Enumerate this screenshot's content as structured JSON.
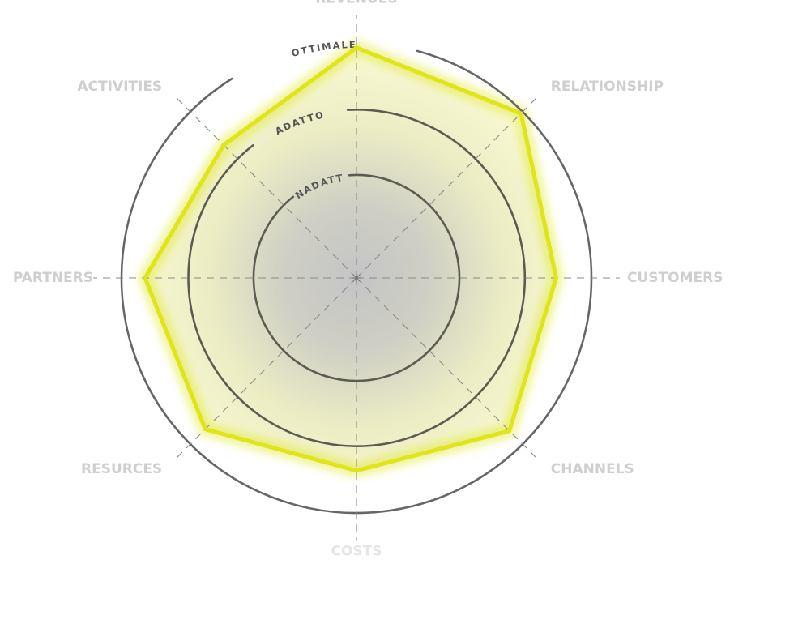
{
  "chart_data": {
    "type": "radar",
    "title": "",
    "axes": [
      "REVENUES",
      "RELATIONSHIP",
      "CUSTOMERS",
      "CHANNELS",
      "COSTS",
      "RESURCES",
      "PARTNERS",
      "ACTIVITIES"
    ],
    "levels": [
      "INADATTO",
      "ADATTO",
      "OTTIMALE"
    ],
    "series": [
      {
        "values": [
          0.98,
          0.99,
          0.85,
          0.92,
          0.82,
          0.91,
          0.9,
          0.8
        ]
      }
    ],
    "range": [
      0,
      1
    ],
    "grid": true,
    "colors": {
      "series_stroke": "#dfe518",
      "series_fill_center": "#c4c4c6",
      "series_fill_edge": "#fbfcd6",
      "ring": "#666666",
      "ring_inner": "#5b5b52",
      "axis_line": "#8a8a8a",
      "label": "#cfcfcf"
    }
  }
}
